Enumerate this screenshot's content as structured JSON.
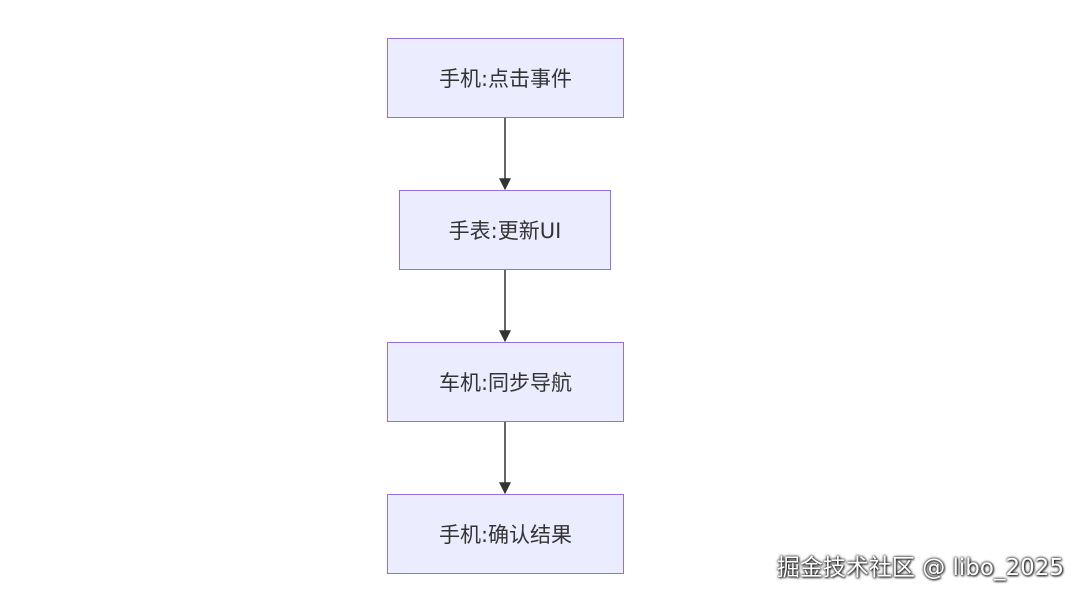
{
  "diagram": {
    "nodes": [
      {
        "id": "n1",
        "label": "手机:点击事件"
      },
      {
        "id": "n2",
        "label": "手表:更新UI"
      },
      {
        "id": "n3",
        "label": "车机:同步导航"
      },
      {
        "id": "n4",
        "label": "手机:确认结果"
      }
    ],
    "edges": [
      {
        "from": "n1",
        "to": "n2"
      },
      {
        "from": "n2",
        "to": "n3"
      },
      {
        "from": "n3",
        "to": "n4"
      }
    ],
    "colors": {
      "node_fill": "#ececff",
      "node_border": "#9370db",
      "edge": "#333333",
      "text": "#333333"
    }
  },
  "watermark": {
    "text": "掘金技术社区 @ libo_2025"
  }
}
